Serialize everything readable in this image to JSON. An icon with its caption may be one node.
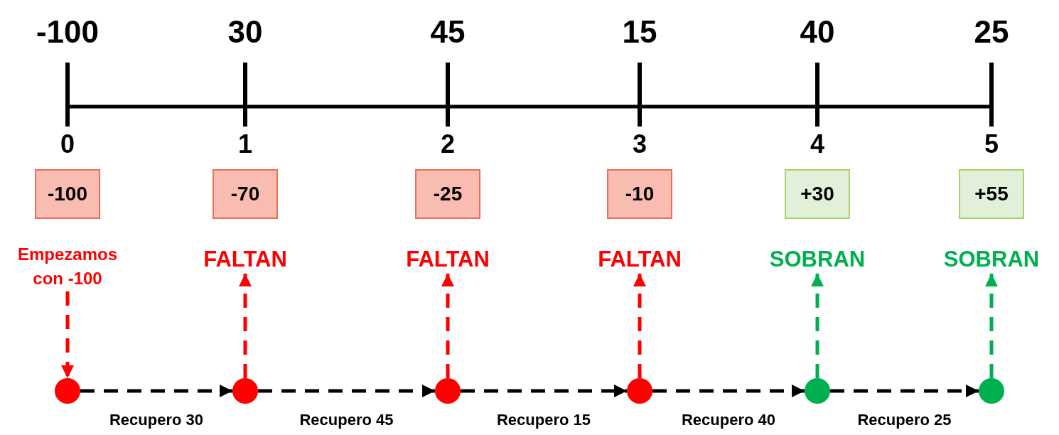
{
  "diagram": {
    "nodes": [
      {
        "text": [
          "-100"
        ]
      },
      {
        "text": [
          "-70"
        ]
      },
      {
        "text": [
          "-25"
        ]
      },
      {
        "text": [
          "-10"
        ]
      },
      {
        "text": [
          "+30"
        ]
      },
      {
        "text": [
          "+55"
        ]
      },
      {
        "text": [
          "Empezamos con -100"
        ]
      },
      {
        "text": [
          "FALTAN"
        ]
      },
      {
        "text": [
          "FALTAN"
        ]
      },
      {
        "text": [
          "FALTAN"
        ]
      },
      {
        "text": [
          "SOBRAN"
        ]
      },
      {
        "text": [
          "SOBRAN"
        ]
      },
      {
        "text": [],
        "shape": "circle"
      },
      {
        "text": [],
        "shape": "circle"
      },
      {
        "text": [],
        "shape": "circle"
      },
      {
        "text": [],
        "shape": "circle"
      },
      {
        "text": [],
        "shape": "circle"
      },
      {
        "text": [],
        "shape": "circle"
      }
    ],
    "edges": [
      {
        "from": 6,
        "to": 12,
        "arrow": "to",
        "style": "dashed",
        "color": "#ff0000"
      },
      {
        "from": 13,
        "to": 7,
        "arrow": "to",
        "style": "dashed",
        "color": "#ff0000"
      },
      {
        "from": 14,
        "to": 8,
        "arrow": "to",
        "style": "dashed",
        "color": "#ff0000"
      },
      {
        "from": 15,
        "to": 9,
        "arrow": "to",
        "style": "dashed",
        "color": "#ff0000"
      },
      {
        "from": 16,
        "to": 10,
        "arrow": "to",
        "style": "dashed",
        "color": "#00b050"
      },
      {
        "from": 17,
        "to": 11,
        "arrow": "to",
        "style": "dashed",
        "color": "#00b050"
      },
      {
        "from": 12,
        "to": 13,
        "arrow": "to",
        "style": "dashed",
        "label": "Recupero 30"
      },
      {
        "from": 13,
        "to": 14,
        "arrow": "to",
        "style": "dashed",
        "label": "Recupero 45"
      },
      {
        "from": 14,
        "to": 15,
        "arrow": "to",
        "style": "dashed",
        "label": "Recupero 15"
      },
      {
        "from": 15,
        "to": 16,
        "arrow": "to",
        "style": "dashed",
        "label": "Recupero 40"
      },
      {
        "from": 16,
        "to": 17,
        "arrow": "to",
        "style": "dashed",
        "label": "Recupero 25"
      }
    ],
    "labels": [
      "-100",
      "30",
      "45",
      "15",
      "40",
      "25",
      "0",
      "1",
      "2",
      "3",
      "4",
      "5"
    ]
  }
}
